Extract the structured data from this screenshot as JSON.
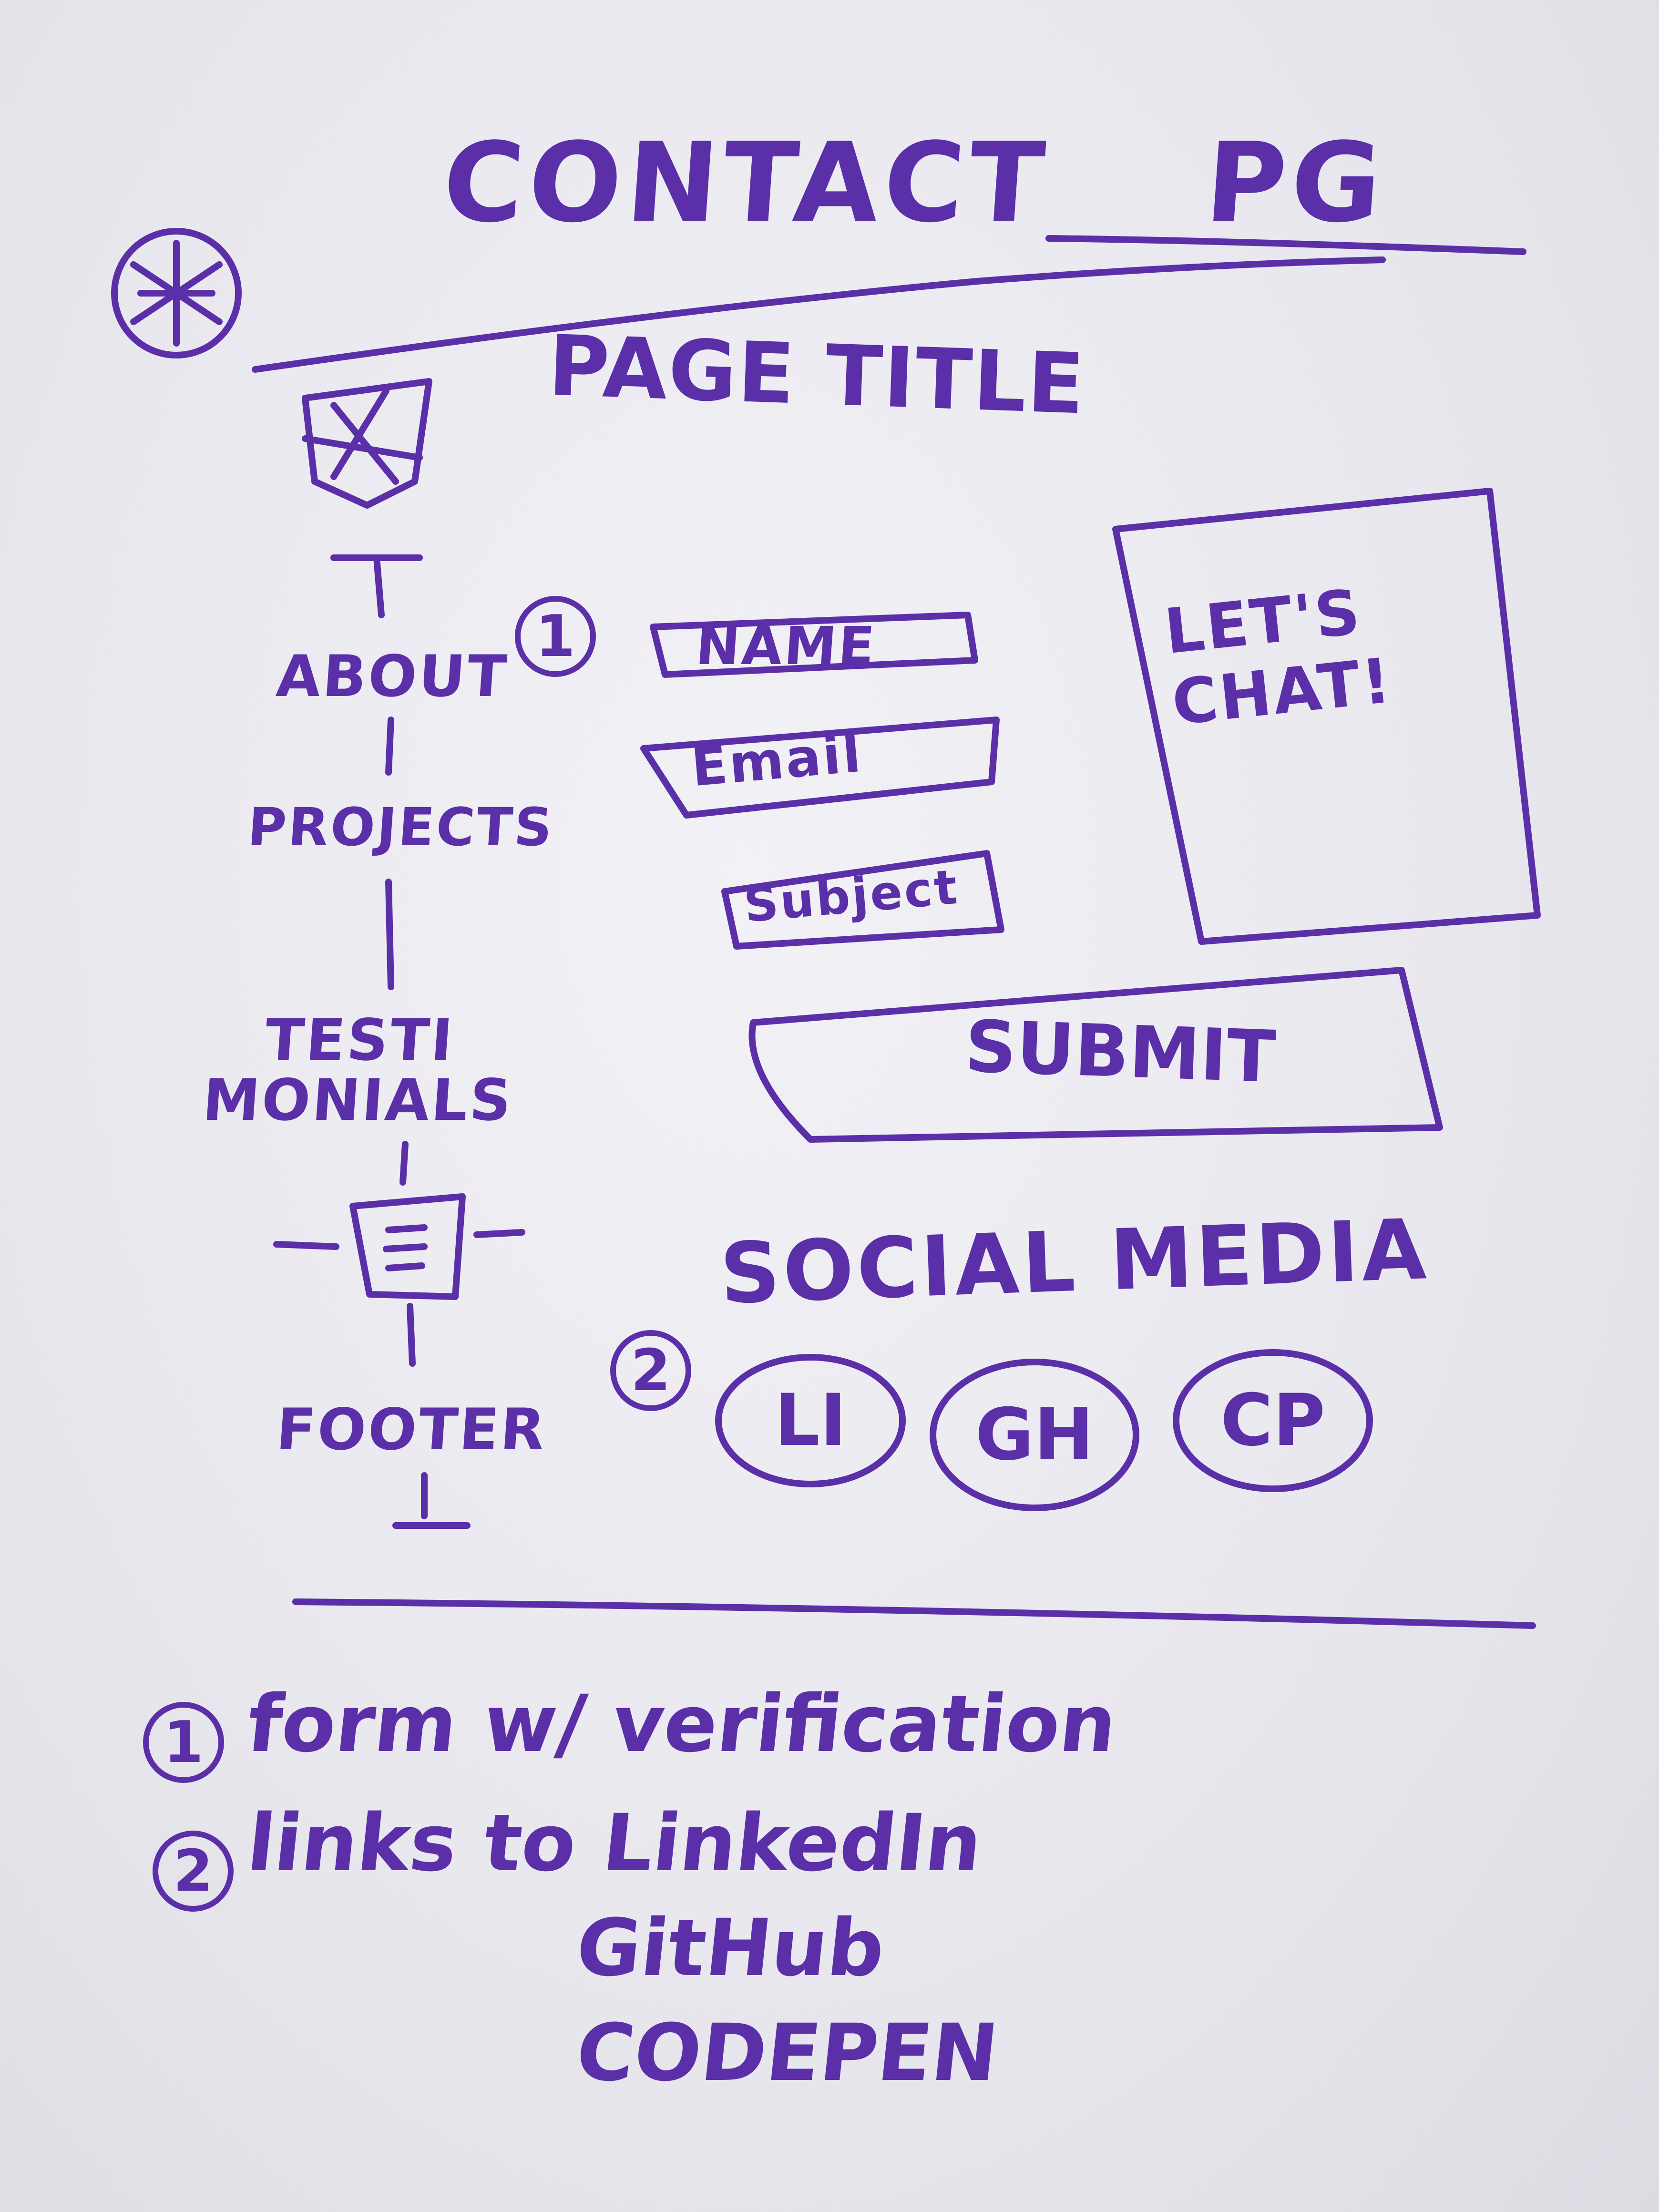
{
  "header": {
    "title": "CONTACT",
    "title_suffix": "PG",
    "logo_icon": "asterisk-circle-icon"
  },
  "page_title": "PAGE TITLE",
  "nav": {
    "logo_icon": "logo-scribble-icon",
    "items": [
      "ABOUT",
      "PROJECTS",
      "TESTI MONIALS",
      "FOOTER"
    ],
    "menu_icon": "hamburger-icon"
  },
  "form": {
    "marker": "1",
    "fields": [
      "NAME",
      "Email",
      "Subject"
    ],
    "submit_label": "SUBMIT"
  },
  "chat_box": {
    "label": "LET'S CHAT!"
  },
  "social": {
    "marker": "2",
    "heading": "SOCIAL MEDIA",
    "icons": [
      "LI",
      "GH",
      "CP"
    ]
  },
  "notes": [
    {
      "marker": "1",
      "text": "form w/ verification"
    },
    {
      "marker": "2",
      "text": "links to LinkedIn"
    },
    {
      "marker": "",
      "text": "GitHub"
    },
    {
      "marker": "",
      "text": "CODEPEN"
    }
  ],
  "colors": {
    "ink": "#5b2fa8",
    "board": "#eceaf0"
  }
}
